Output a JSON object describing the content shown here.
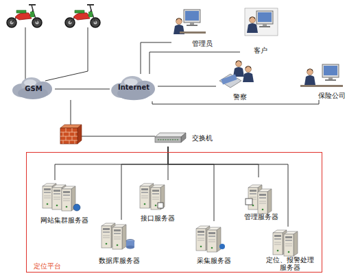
{
  "diagram": {
    "nodes": [
      {
        "text": [
          "GSM"
        ]
      },
      {
        "text": [
          "Internet"
        ]
      },
      {
        "text": [
          "管理员"
        ]
      },
      {
        "text": [
          "客户"
        ]
      },
      {
        "text": [
          "警察"
        ]
      },
      {
        "text": [
          "保险公司"
        ]
      },
      {
        "text": [
          "交换机"
        ]
      },
      {
        "text": [
          "定位平台"
        ]
      },
      {
        "text": [
          "网站集群服务器"
        ],
        "in": 7
      },
      {
        "text": [
          "接口服务器"
        ],
        "in": 7
      },
      {
        "text": [
          "管理服务器"
        ],
        "in": 7
      },
      {
        "text": [
          "数据库服务器"
        ],
        "in": 7
      },
      {
        "text": [
          "采集服务器"
        ],
        "in": 7
      },
      {
        "text": [
          "定位、报警处理 服务器"
        ],
        "in": 7
      }
    ],
    "edges": [
      {
        "from": 0,
        "to": 1,
        "arrow": "none"
      },
      {
        "from": 1,
        "to": 2,
        "arrow": "none"
      },
      {
        "from": 1,
        "to": 3,
        "arrow": "none"
      },
      {
        "from": 1,
        "to": 4,
        "arrow": "none"
      },
      {
        "from": 1,
        "to": 5,
        "arrow": "none"
      },
      {
        "from": 6,
        "to": 8,
        "arrow": "none"
      },
      {
        "from": 6,
        "to": 9,
        "arrow": "none"
      },
      {
        "from": 6,
        "to": 10,
        "arrow": "none"
      },
      {
        "from": 6,
        "to": 11,
        "arrow": "none"
      },
      {
        "from": 6,
        "to": 12,
        "arrow": "none"
      },
      {
        "from": 6,
        "to": 13,
        "arrow": "none"
      }
    ]
  }
}
